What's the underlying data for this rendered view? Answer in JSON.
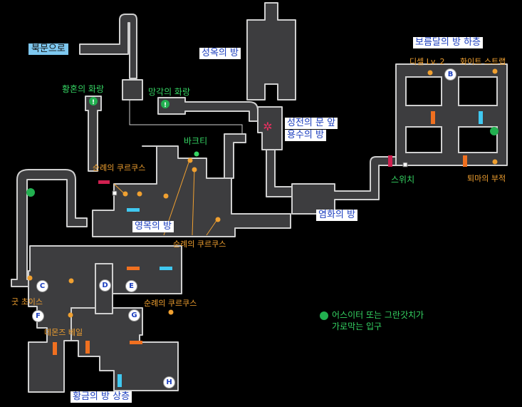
{
  "labels": {
    "north_gate": "북문으로",
    "prison_room": "성옥의 방",
    "full_moon_lower": "보름달의 방 하층",
    "hwanghon_corridor": "황혼의 화랑",
    "manggak_corridor": "망각의 화랑",
    "sanctum_front": "성전의 문 앞",
    "holy_water_room": "용수의 방",
    "bakti": "바크티",
    "pilgrim_1": "순례의 쿠르쿠스",
    "pilgrim_2": "순례의 쿠르쿠스",
    "pilgrim_3": "순례의 쿠르쿠스",
    "yeongmok_room": "영목의 방",
    "yeomhwa_room": "염화의 방",
    "switch": "스위치",
    "disel": "디셀 Lv. 2",
    "white_strap": "화이트 스트랩",
    "demon_talisman": "퇴마의 부적",
    "good_choice": "굿 초이스",
    "demons_veil": "데몬즈 베일",
    "golden_room_upper": "황금의 방 상층"
  },
  "markers": [
    "B",
    "C",
    "D",
    "E",
    "F",
    "G",
    "H"
  ],
  "legend": {
    "line1": "어스이터 또는 그란갓치가",
    "line2": "가로막는 입구"
  },
  "colors": {
    "floor": "#3d3d3f",
    "wall": "#cfcfcf",
    "green": "#35d463",
    "orange": "#f0a030",
    "blue_text": "#1c3fbf",
    "door_orange": "#f07020",
    "door_cyan": "#40c8f0",
    "door_red": "#d02050"
  }
}
